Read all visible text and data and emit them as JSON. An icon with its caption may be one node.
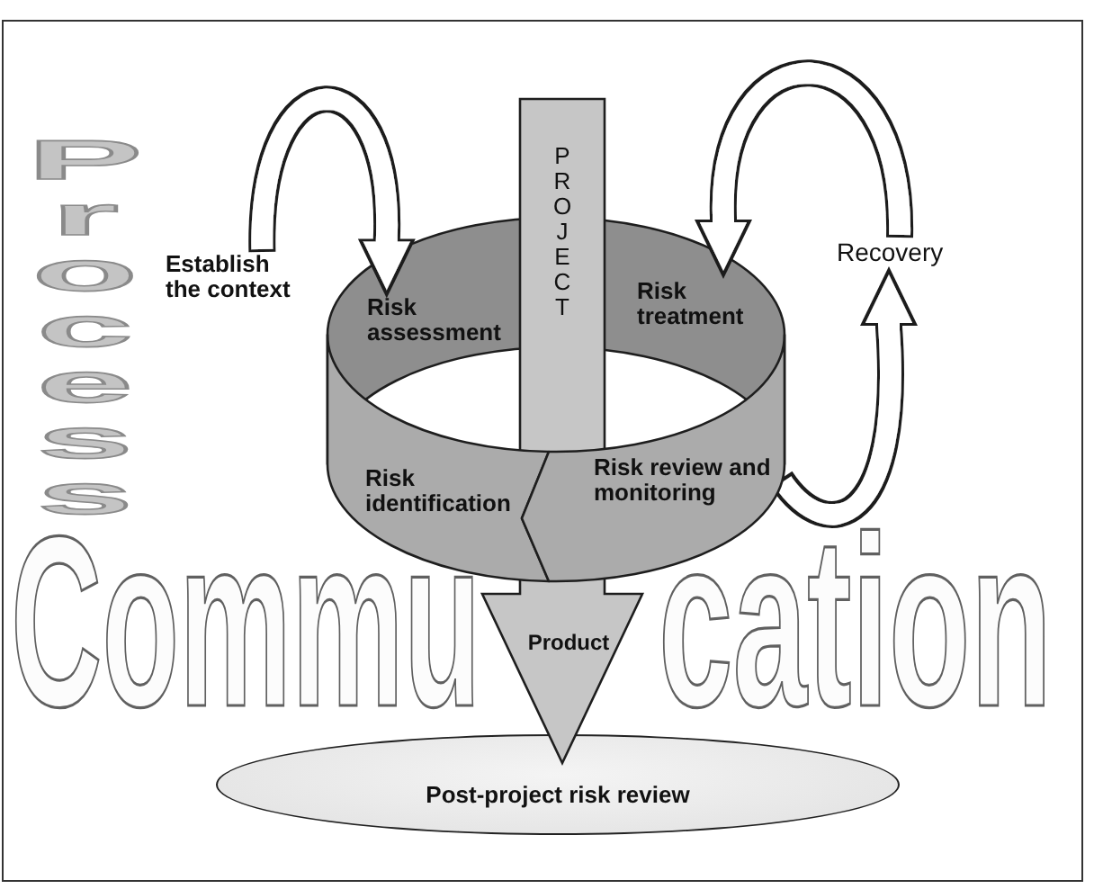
{
  "diagram": {
    "nodes": [
      {
        "text": [
          "PROJECT",
          "Product"
        ]
      },
      {
        "text": [
          "Establish the context"
        ]
      },
      {
        "text": [
          "Risk assessment"
        ]
      },
      {
        "text": [
          "Risk treatment"
        ]
      },
      {
        "text": [
          "Recovery"
        ]
      },
      {
        "text": [
          "Risk identification"
        ]
      },
      {
        "text": [
          "Risk review and monitoring"
        ]
      },
      {
        "text": [
          "Post-project risk review"
        ]
      }
    ],
    "edges": [
      {
        "from": 1,
        "to": 2,
        "arrow": "to"
      },
      {
        "from": 4,
        "to": 3,
        "arrow": "to"
      },
      {
        "from": 6,
        "to": 4,
        "arrow": "to"
      }
    ],
    "labels": [
      "Process",
      "Commu",
      "cation"
    ]
  }
}
